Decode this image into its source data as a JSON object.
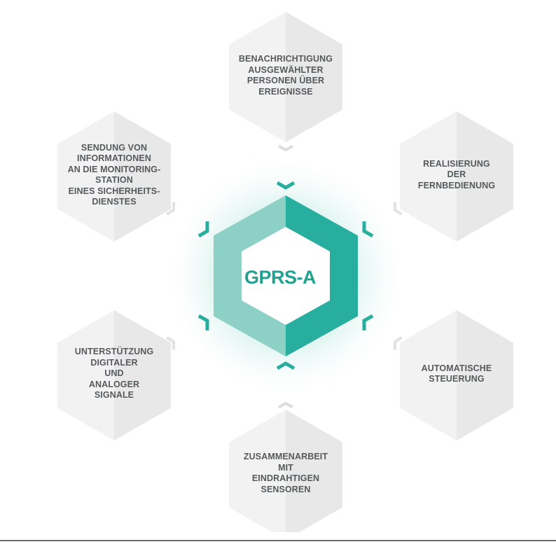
{
  "center": {
    "label": "GPRS-A"
  },
  "features": [
    {
      "id": "top",
      "label": "BENACHRICHTIGUNG\nAUSGEWÄHLTER\nPERSONEN ÜBER\nEREIGNISSE"
    },
    {
      "id": "upper-right",
      "label": "REALISIERUNG\nDER\nFERNBEDIENUNG"
    },
    {
      "id": "lower-right",
      "label": "AUTOMATISCHE\nSTEUERUNG"
    },
    {
      "id": "bottom",
      "label": "ZUSAMMENARBEIT\nMIT\nEINDRAHTIGEN\nSENSOREN"
    },
    {
      "id": "lower-left",
      "label": "UNTERSTÜTZUNG\nDIGITALER\nUND\nANALOGER\nSIGNALE"
    },
    {
      "id": "upper-left",
      "label": "SENDUNG VON\nINFORMATIONEN\nAN DIE MONITORING-\nSTATION\nEINES SICHERHEITS-\nDIENSTES"
    }
  ],
  "colors": {
    "teal_dark": "#27ae9e",
    "teal_light": "#8dd0c6",
    "teal_text": "#22a191",
    "hex_light": "#f2f2f2",
    "hex_shade": "#e6e6e6",
    "text": "#555a5c"
  }
}
